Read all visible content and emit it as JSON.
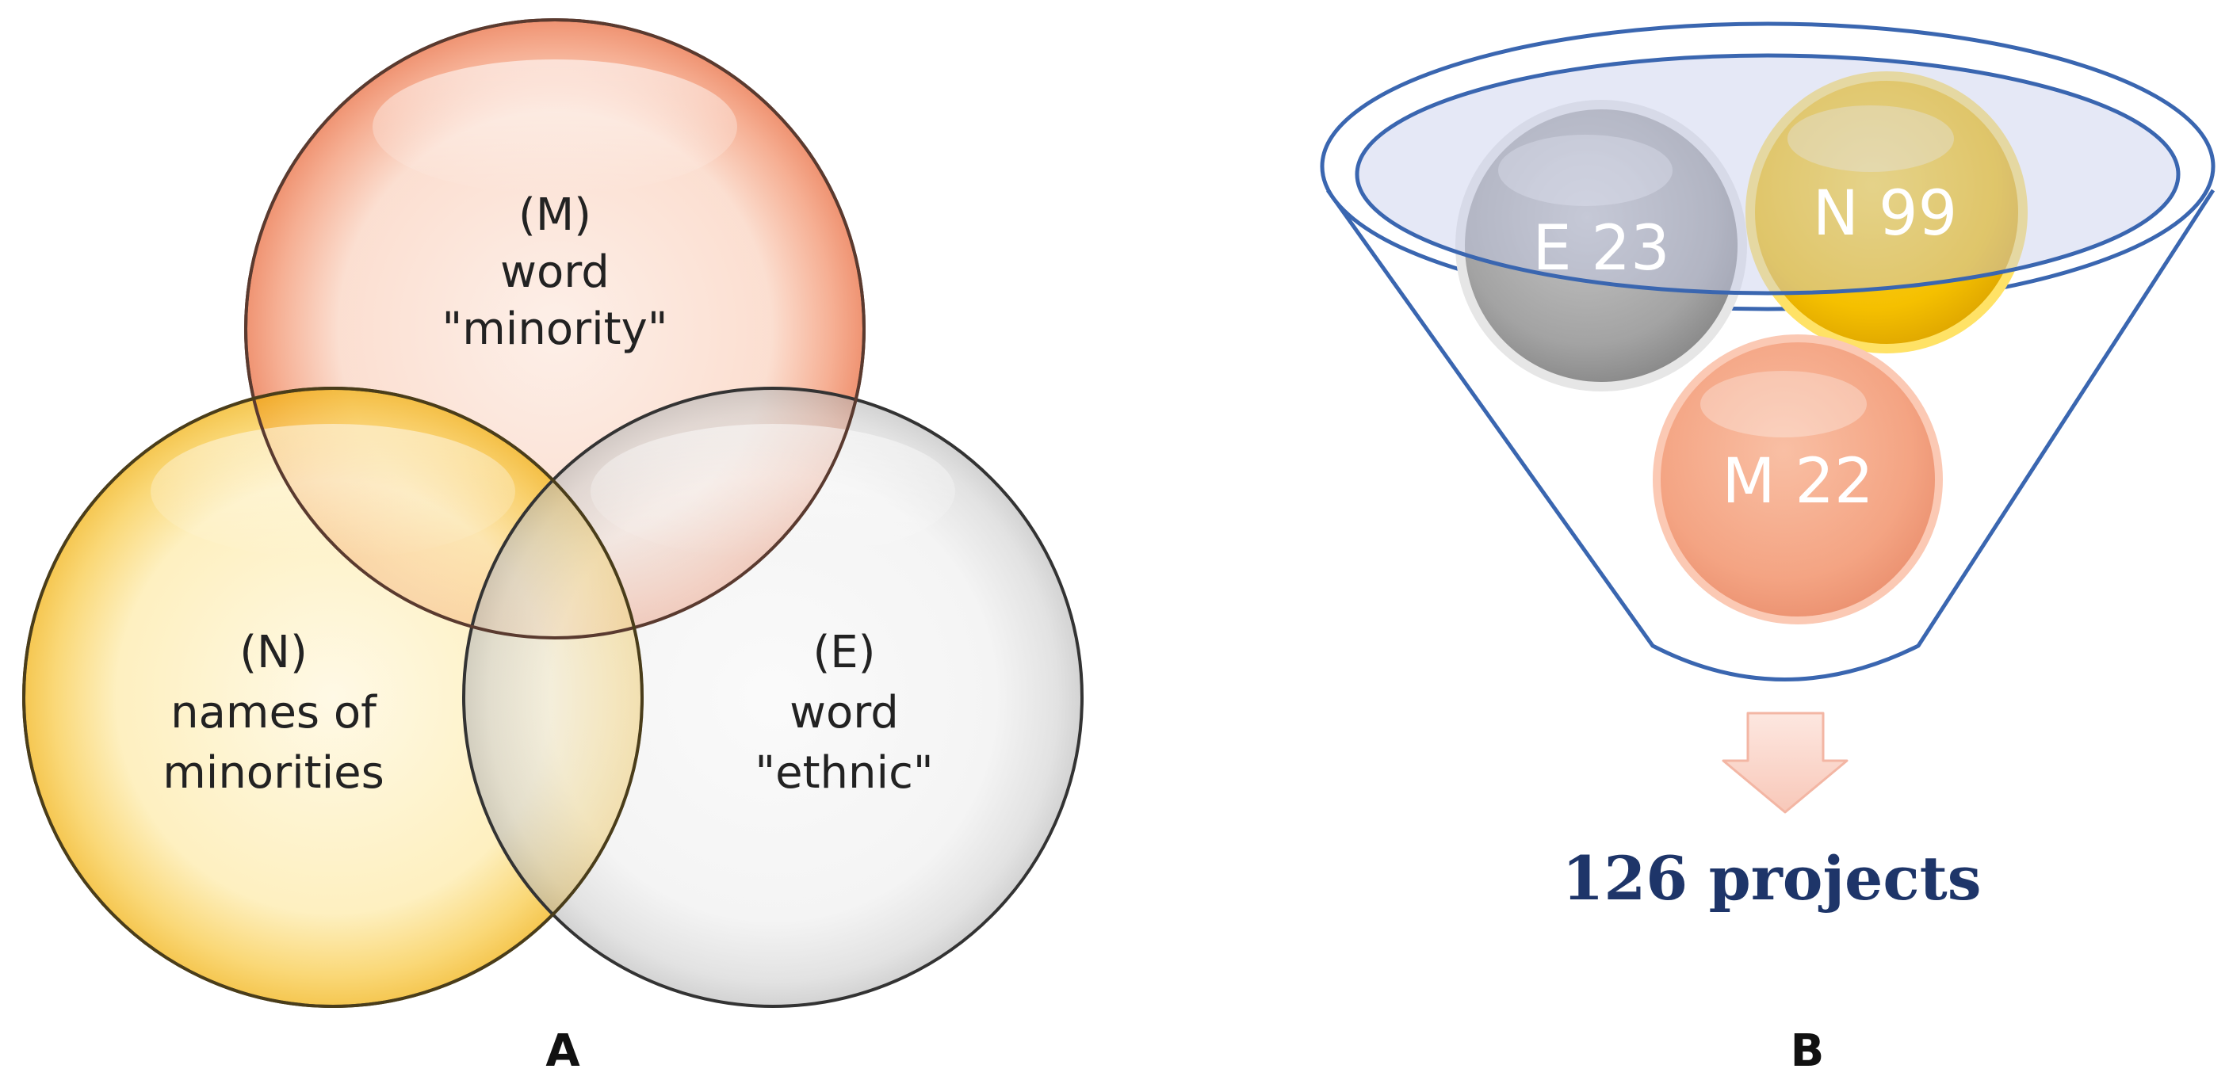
{
  "panel_a": {
    "letter": "A",
    "circles": [
      {
        "id": "M",
        "lines": [
          "(M)",
          "word",
          "\"minority\""
        ],
        "color": "#f6a07e"
      },
      {
        "id": "N",
        "lines": [
          "(N)",
          "names of",
          "minorities"
        ],
        "color": "#f7c53a"
      },
      {
        "id": "E",
        "lines": [
          "(E)",
          "word",
          "\"ethnic\""
        ],
        "color": "#c8c8c8"
      }
    ]
  },
  "panel_b": {
    "letter": "B",
    "balls": [
      {
        "id": "E",
        "label": "E 23",
        "value": 23,
        "color": "#a9a9a9"
      },
      {
        "id": "N",
        "label": "N 99",
        "value": 99,
        "color": "#f5c400"
      },
      {
        "id": "M",
        "label": "M 22",
        "value": 22,
        "color": "#f5a98a"
      }
    ],
    "result": {
      "label": "126 projects",
      "value": 126
    },
    "colors": {
      "funnel_stroke": "#3a66b0",
      "arrow_fill": "#fbdcd3",
      "result_text": "#1e3569"
    }
  }
}
